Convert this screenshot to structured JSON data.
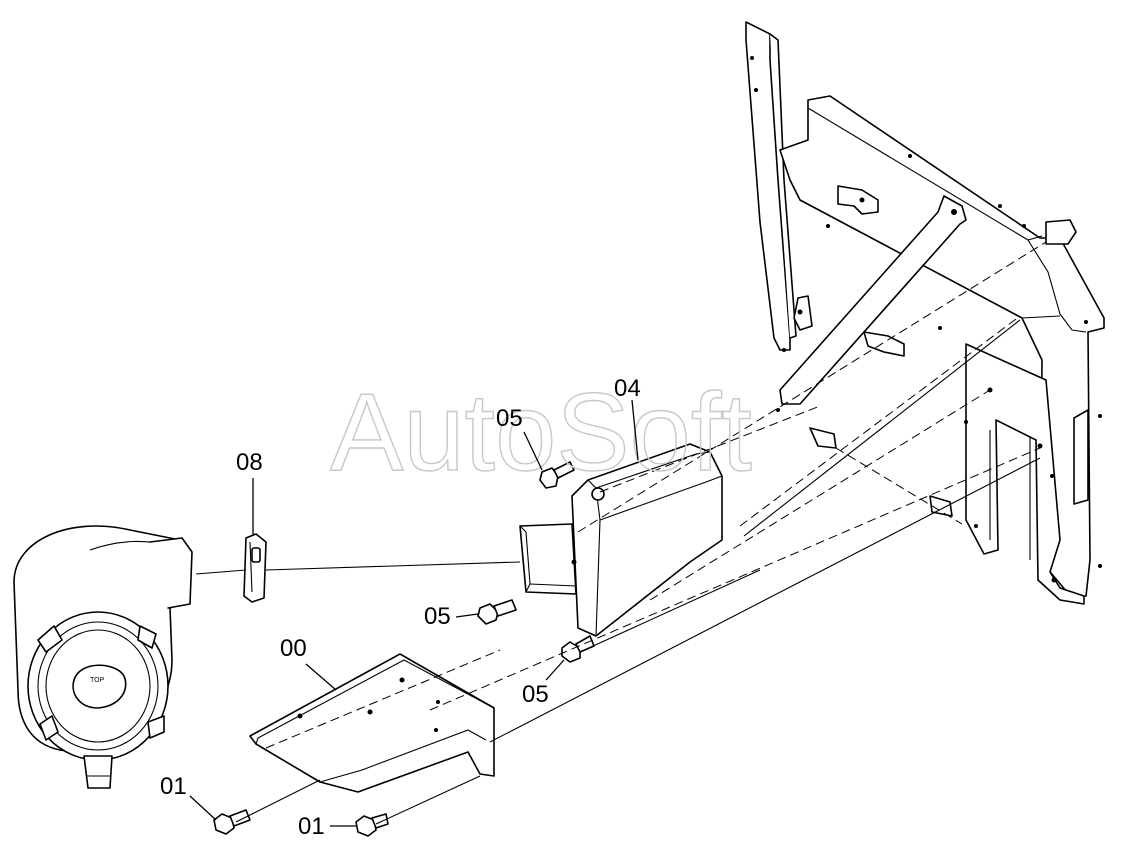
{
  "watermark": "AutoSoft",
  "callouts": [
    {
      "id": "c1",
      "label": "04"
    },
    {
      "id": "c2",
      "label": "05"
    },
    {
      "id": "c3",
      "label": "08"
    },
    {
      "id": "c4",
      "label": "05"
    },
    {
      "id": "c5",
      "label": "00"
    },
    {
      "id": "c6",
      "label": "05"
    },
    {
      "id": "c7",
      "label": "01"
    },
    {
      "id": "c8",
      "label": "01"
    }
  ],
  "filter_cap_text": "TOP"
}
